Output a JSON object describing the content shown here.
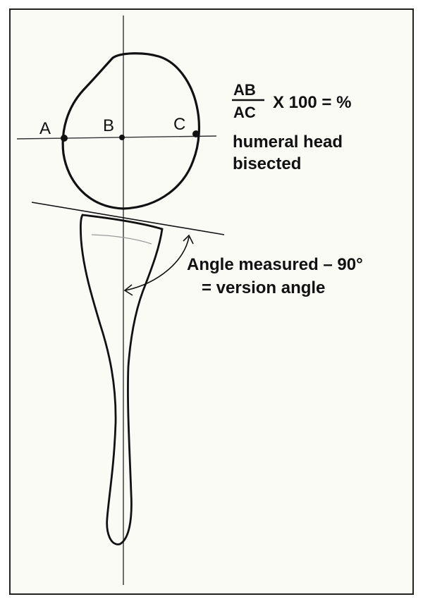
{
  "points": {
    "a": "A",
    "b": "B",
    "c": "C"
  },
  "formula": {
    "numerator": "AB",
    "denominator": "AC",
    "rest": "X 100 = %"
  },
  "head_note": {
    "line1": "humeral head",
    "line2": "bisected"
  },
  "angle_note": {
    "line1": "Angle measured – 90°",
    "line2": "= version angle"
  },
  "colors": {
    "ink": "#111111",
    "frame_fill": "#fbfbf6",
    "frame_border": "#222222",
    "guide_line": "#999999",
    "background": "#ffffff"
  }
}
